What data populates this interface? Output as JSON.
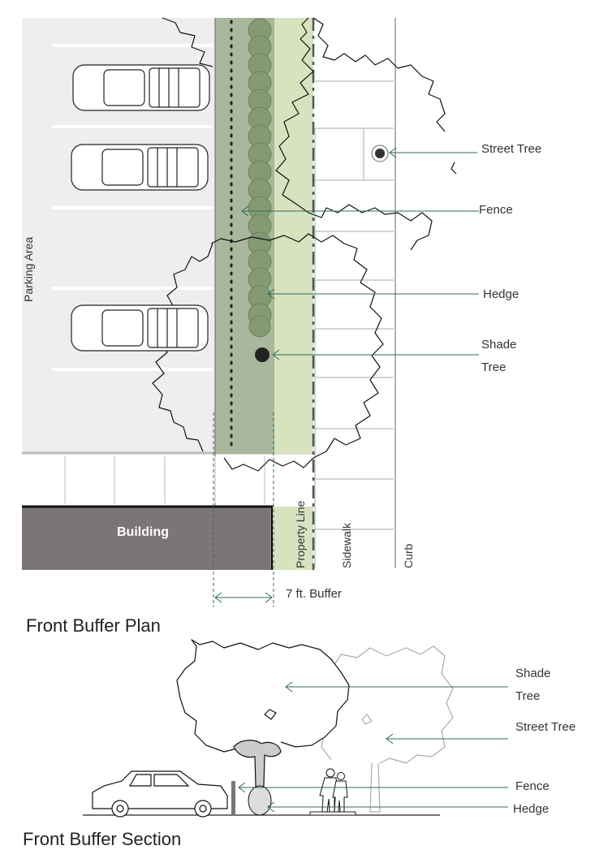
{
  "plan": {
    "title": "Front Buffer Plan",
    "labels": {
      "street_tree": "Street Tree",
      "fence": "Fence",
      "hedge": "Hedge",
      "shade_tree_line1": "Shade",
      "shade_tree_line2": "Tree",
      "parking_area": "Parking Area",
      "building": "Building",
      "property_line": "Property Line",
      "sidewalk": "Sidewalk",
      "curb": "Curb",
      "buffer": "7 ft. Buffer"
    },
    "colors": {
      "buffer_dark": "#a9b89c",
      "buffer_light": "#d7e3bf",
      "hedge": "#839a72",
      "leader": "#2f6b5e",
      "parking": "#eeeeee",
      "building": "#7b7675"
    }
  },
  "section": {
    "title": "Front Buffer Section",
    "labels": {
      "shade_tree_line1": "Shade",
      "shade_tree_line2": "Tree",
      "street_tree": "Street Tree",
      "fence": "Fence",
      "hedge": "Hedge"
    }
  }
}
